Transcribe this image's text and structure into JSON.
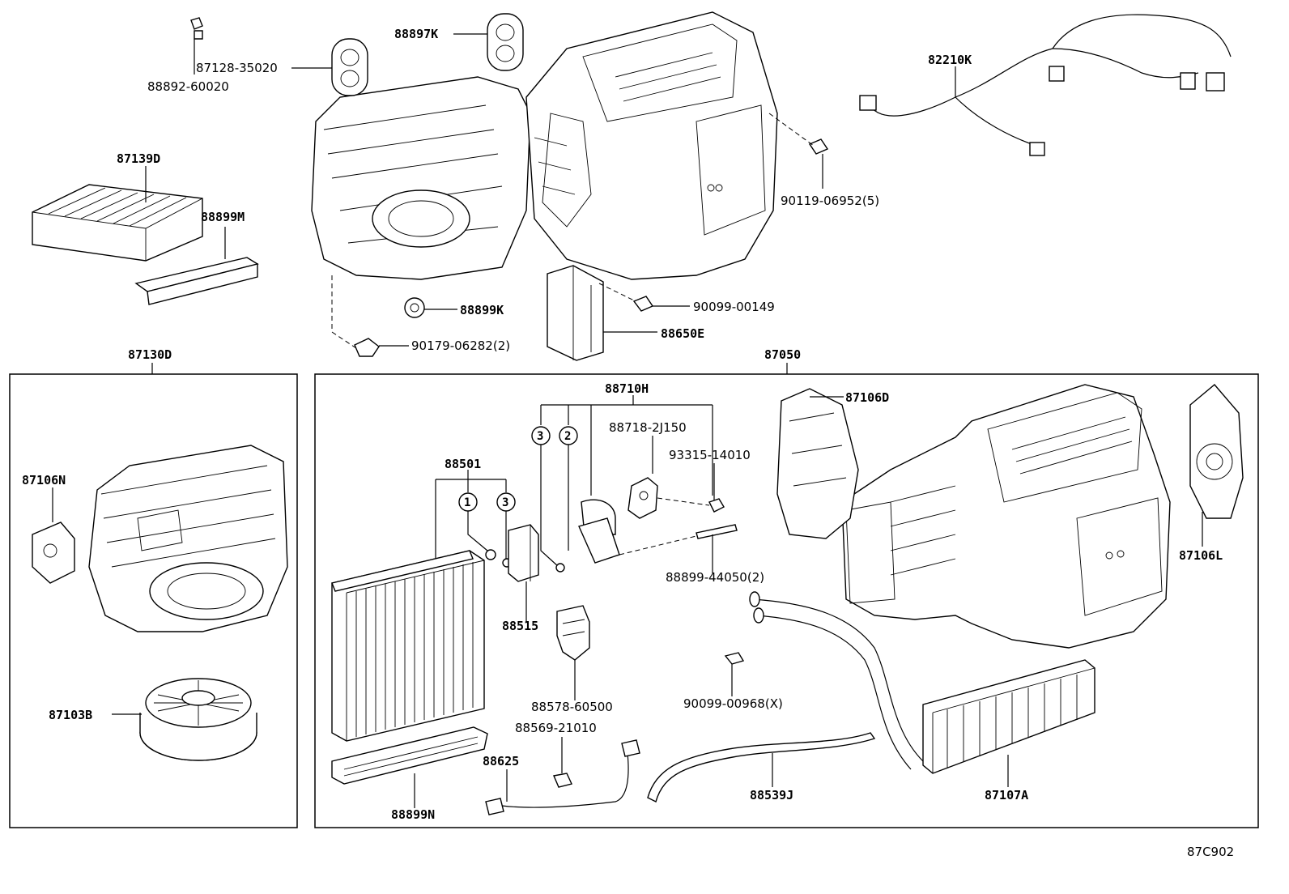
{
  "diagram_code": "87C902",
  "groups": {
    "blower_assembly": "87130D",
    "heater_unit": "87050",
    "expansion_valve_kit": "88710H",
    "evaporator_kit": "88501"
  },
  "parts": {
    "p88897K": "88897K",
    "p8712835020": "87128-35020",
    "p8889260020": "88892-60020",
    "p82210K": "82210K",
    "p87139D": "87139D",
    "p88899M": "88899M",
    "p9011906952": "90119-06952(5)",
    "p88899K": "88899K",
    "p9009900149": "90099-00149",
    "p88650E": "88650E",
    "p9017906282": "90179-06282(2)",
    "p87106N": "87106N",
    "p87103B": "87103B",
    "p8871826150": "88718-2J150",
    "p9331514010": "93315-14010",
    "p87106D": "87106D",
    "p87106L": "87106L",
    "p88515": "88515",
    "p8889944050": "88899-44050(2)",
    "p8857860500": "88578-60500",
    "p9009900968": "90099-00968(X)",
    "p8856921010": "88569-21010",
    "p88625": "88625",
    "p88899N": "88899N",
    "p88539J": "88539J",
    "p87107A": "87107A"
  },
  "callouts": {
    "c1": "1",
    "c2": "2",
    "c3": "3"
  }
}
